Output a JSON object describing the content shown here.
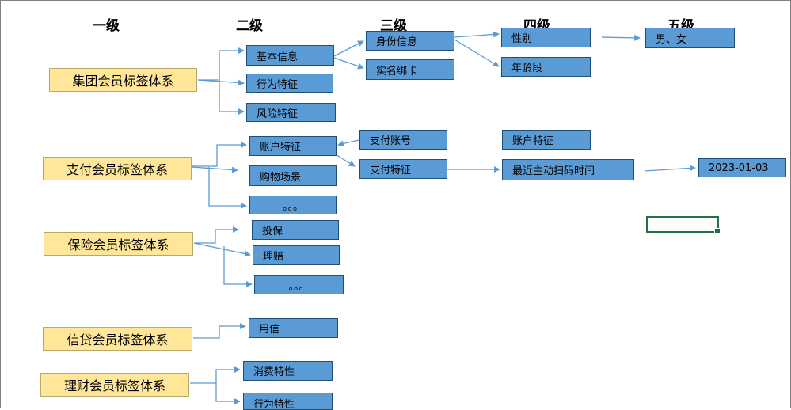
{
  "headers": [
    "一级",
    "二级",
    "三级",
    "四级",
    "五级"
  ],
  "level1": [
    "集团会员标签体系",
    "支付会员标签体系",
    "保险会员标签体系",
    "信贷会员标签体系",
    "理财会员标签体系"
  ],
  "group": {
    "level2": [
      "基本信息",
      "行为特征",
      "风险特征"
    ],
    "level3": [
      "身份信息",
      "实名绑卡"
    ],
    "level4": [
      "性别",
      "年龄段"
    ],
    "level5": [
      "男、女"
    ]
  },
  "payment": {
    "level2": [
      "账户特征",
      "购物场景",
      "。。。"
    ],
    "level3": [
      "支付账号",
      "支付特征"
    ],
    "level4": [
      "账户特征",
      "最近主动扫码时间"
    ],
    "level5": [
      "2023-01-03"
    ]
  },
  "insurance": {
    "level2": [
      "投保",
      "理赔",
      "。。。"
    ]
  },
  "credit": {
    "level2": [
      "用信"
    ]
  },
  "wealth": {
    "level2": [
      "消费特性",
      "行为特性"
    ]
  },
  "colors": {
    "blue_box": "#5b9bd5",
    "yellow_box": "#ffe699",
    "connector": "#5b9bd5",
    "selection": "#217346"
  }
}
